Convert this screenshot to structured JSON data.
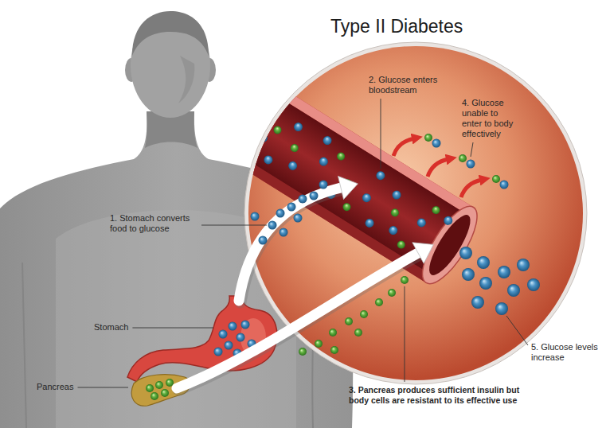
{
  "diagram": {
    "title": "Type II Diabetes",
    "labels": [
      "1. Stomach converts food to glucose",
      "Stomach",
      "Pancreas",
      "2. Glucose enters bloodstream",
      "4. Glucose unable to enter to body effectively",
      "5. Glucose levels increase",
      "3. Pancreas produces sufficient insulin but body cells are resistant to its effective use"
    ]
  }
}
